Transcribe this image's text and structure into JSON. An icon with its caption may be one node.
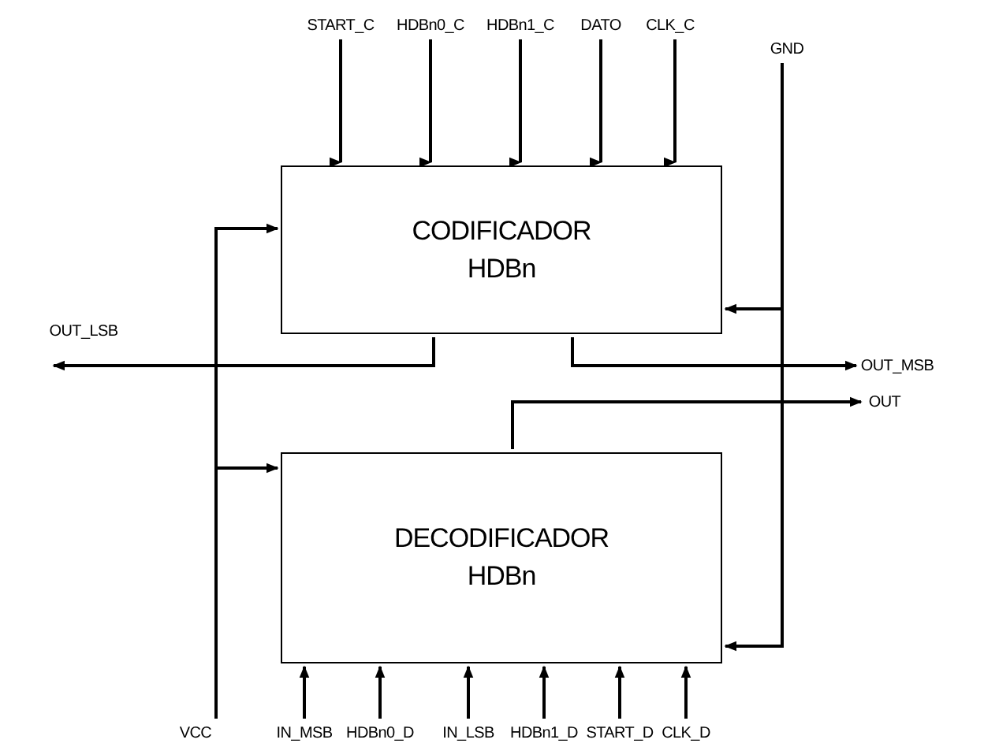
{
  "diagram": {
    "nodes": [
      {
        "text": [
          "CODIFICADOR HDBn"
        ]
      },
      {
        "text": [
          "DECODIFICADOR HDBn"
        ]
      },
      {
        "text": [
          "START_C"
        ]
      },
      {
        "text": [
          "HDBn0_C"
        ]
      },
      {
        "text": [
          "HDBn1_C"
        ]
      },
      {
        "text": [
          "DATO"
        ]
      },
      {
        "text": [
          "CLK_C"
        ]
      },
      {
        "text": [
          "GND"
        ]
      },
      {
        "text": [
          "VCC"
        ]
      },
      {
        "text": [
          "OUT_LSB"
        ]
      },
      {
        "text": [
          "OUT_MSB"
        ]
      },
      {
        "text": [
          "OUT"
        ]
      },
      {
        "text": [
          "IN_MSB"
        ]
      },
      {
        "text": [
          "HDBn0_D"
        ]
      },
      {
        "text": [
          "IN_LSB"
        ]
      },
      {
        "text": [
          "HDBn1_D"
        ]
      },
      {
        "text": [
          "START_D"
        ]
      },
      {
        "text": [
          "CLK_D"
        ]
      }
    ],
    "edges": [
      {
        "from": 2,
        "to": 0,
        "arrow": "to"
      },
      {
        "from": 3,
        "to": 0,
        "arrow": "to"
      },
      {
        "from": 4,
        "to": 0,
        "arrow": "to"
      },
      {
        "from": 5,
        "to": 0,
        "arrow": "to"
      },
      {
        "from": 6,
        "to": 0,
        "arrow": "to"
      },
      {
        "from": 7,
        "to": 0,
        "arrow": "to"
      },
      {
        "from": 7,
        "to": 1,
        "arrow": "to"
      },
      {
        "from": 8,
        "to": 0,
        "arrow": "to"
      },
      {
        "from": 8,
        "to": 1,
        "arrow": "to"
      },
      {
        "from": 0,
        "to": 9,
        "arrow": "to"
      },
      {
        "from": 0,
        "to": 10,
        "arrow": "to"
      },
      {
        "from": 1,
        "to": 11,
        "arrow": "to"
      },
      {
        "from": 12,
        "to": 1,
        "arrow": "to"
      },
      {
        "from": 13,
        "to": 1,
        "arrow": "to"
      },
      {
        "from": 14,
        "to": 1,
        "arrow": "to"
      },
      {
        "from": 15,
        "to": 1,
        "arrow": "to"
      },
      {
        "from": 16,
        "to": 1,
        "arrow": "to"
      },
      {
        "from": 17,
        "to": 1,
        "arrow": "to"
      }
    ]
  }
}
